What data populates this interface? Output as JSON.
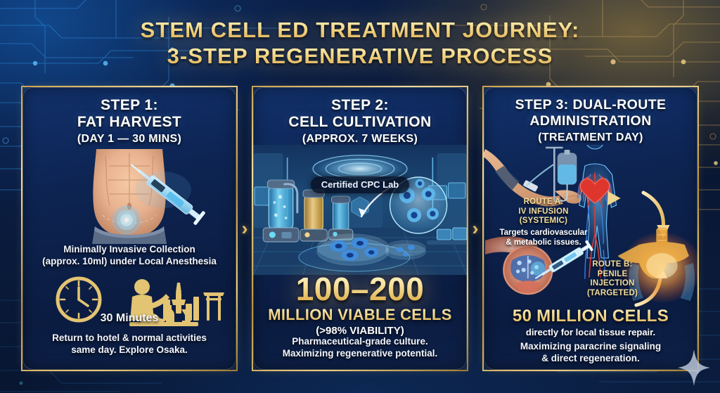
{
  "title": {
    "line1": "STEM CELL ED TREATMENT JOURNEY:",
    "line2": "3-STEP REGENERATIVE PROCESS"
  },
  "separators": {
    "chevron": "›"
  },
  "colors": {
    "gold": "#e8c169",
    "gold_light": "#fdf2c0",
    "panel_bg": "#0d2350",
    "border_gold": "#caa24e",
    "white": "#ffffff",
    "cyan_glow": "#4fc3f7",
    "background": "#0a1833"
  },
  "panels": [
    {
      "id": "step-1",
      "heading_line1": "STEP 1:",
      "heading_line2": "FAT HARVEST",
      "heading_sub": "(DAY 1 — 30 MINS)",
      "illustration": "abdomen-liposuction-syringe",
      "caption_line1": "Minimally Invasive Collection",
      "caption_line2": "(approx. 10ml) under Local Anesthesia",
      "icons": [
        {
          "name": "clock-icon",
          "label": "30 Minutes"
        },
        {
          "name": "osaka-dining-icon",
          "label": ""
        }
      ],
      "icon_label": "30 Minutes",
      "footer_line1": "Return to hotel & normal activities",
      "footer_line2": "same day. Explore Osaka."
    },
    {
      "id": "step-2",
      "heading_line1": "STEP 2:",
      "heading_line2": "CELL CULTIVATION",
      "heading_sub": "(APPROX. 7 WEEKS)",
      "illustration": "laboratory-bioreactors-petri-dishes",
      "badge": "Certified CPC Lab",
      "stat_big": "100–200",
      "stat_mid": "MILLION VIABLE CELLS",
      "stat_sub": "(>98% VIABILITY)",
      "footer_line1": "Pharmaceutical-grade culture.",
      "footer_line2": "Maximizing regenerative potential."
    },
    {
      "id": "step-3",
      "heading_line1": "STEP 3: DUAL-ROUTE",
      "heading_line2": "ADMINISTRATION",
      "heading_sub": "(TREATMENT DAY)",
      "illustration": "iv-arm-circulatory-body-pelvis-injection",
      "route_a": {
        "title_line1": "ROUTE A:",
        "title_line2": "IV INFUSION",
        "title_line3": "(SYSTEMIC)",
        "desc_line1": "Targets cardiovascular",
        "desc_line2": "& metabolic issues."
      },
      "route_b": {
        "title_line1": "ROUTE B:",
        "title_line2": "PENILE",
        "title_line3": "INJECTION",
        "title_line4": "(TARGETED)"
      },
      "stat_mid": "50 MILLION CELLS",
      "stat_sub": "directly for local tissue repair.",
      "footer_line1": "Maximizing paracrine signaling",
      "footer_line2": "& direct regeneration."
    }
  ]
}
